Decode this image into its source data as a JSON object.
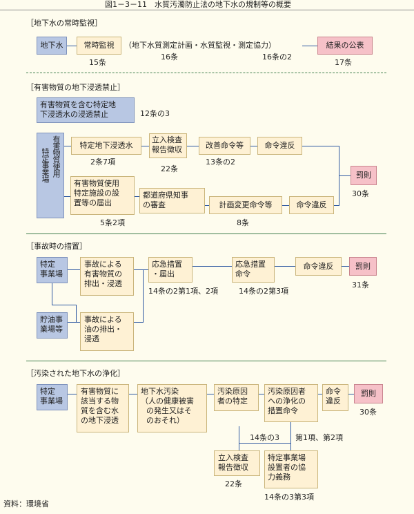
{
  "title": "図1－3－11　水質汚濁防止法の地下水の規制等の概要",
  "source": "資料：環境省",
  "s1": {
    "heading": "［地下水の常時監視］",
    "groundwater": "地下水",
    "monitoring": "常時監視",
    "items": "（地下水質測定計画・水質監視・測定協力）",
    "publish": "結果の公表",
    "art15": "15条",
    "art16": "16条",
    "art16_2": "16条の2",
    "art17": "17条"
  },
  "s2": {
    "heading": "［有害物質の地下浸透禁止］",
    "prohibit_l1": "有害物質を含む特定地",
    "prohibit_l2": "下浸透水の浸透禁止",
    "art12_3": "12条の3",
    "col1": "有害物質使用",
    "col2": "特定事業場",
    "infiltration": "特定地下浸透水",
    "inspect_l1": "立入検査",
    "inspect_l2": "報告徴収",
    "improve": "改善命令等",
    "violation1": "命令違反",
    "art2_7": "2条7項",
    "art22": "22条",
    "art13_2": "13条の2",
    "penalty": "罰則",
    "art30": "30条",
    "notify_l1": "有害物質使用",
    "notify_l2": "特定施設の設",
    "notify_l3": "置等の届出",
    "review_l1": "都道府県知事",
    "review_l2": "の審査",
    "plan_change": "計画変更命令等",
    "violation2": "命令違反",
    "art5_2": "5条2項",
    "art8": "8条"
  },
  "s3": {
    "heading": "［事故時の措置］",
    "site_l1": "特定",
    "site_l2": "事業場",
    "accident1_l1": "事故による",
    "accident1_l2": "有害物質の",
    "accident1_l3": "排出・浸透",
    "emergency_l1": "応急措置",
    "emergency_l2": "・届出",
    "emergency_order_l1": "応急措置",
    "emergency_order_l2": "命令",
    "violation": "命令違反",
    "penalty": "罰則",
    "art31": "31条",
    "art14_2_12": "14条の2第1項、2項",
    "art14_2_3": "14条の2第3項",
    "oil_l1": "貯油事",
    "oil_l2": "業場等",
    "accident2_l1": "事故による",
    "accident2_l2": "油の排出・",
    "accident2_l3": "浸透"
  },
  "s4": {
    "heading": "［汚染された地下水の浄化］",
    "site_l1": "特定",
    "site_l2": "事業場",
    "infil_l1": "有害物質に",
    "infil_l2": "該当する物",
    "infil_l3": "質を含む水",
    "infil_l4": "の地下浸透",
    "pollution_l1": "地下水汚染",
    "pollution_l2": "（人の健康被害",
    "pollution_l3": "の発生又はそ",
    "pollution_l4": "のおそれ）",
    "identify_l1": "汚染原因",
    "identify_l2": "者の特定",
    "purify_l1": "汚染原因者",
    "purify_l2": "への浄化の",
    "purify_l3": "措置命令",
    "violation_l1": "命令",
    "violation_l2": "違反",
    "penalty": "罰則",
    "art30": "30条",
    "art14_3": "14条の3",
    "art_paras": "第1項、第2項",
    "inspect_l1": "立入検査",
    "inspect_l2": "報告徴収",
    "art22": "22条",
    "duty_l1": "特定事業場",
    "duty_l2": "設置者の協",
    "duty_l3": "力義務",
    "art14_3_3": "14条の3第3項"
  },
  "colors": {
    "line": "#2b56a0",
    "box": "#fef1d4",
    "blue": "#b8c7e3",
    "pink": "#f6c1c8",
    "separator": "#3d7d4a",
    "background": "#fefcee"
  }
}
